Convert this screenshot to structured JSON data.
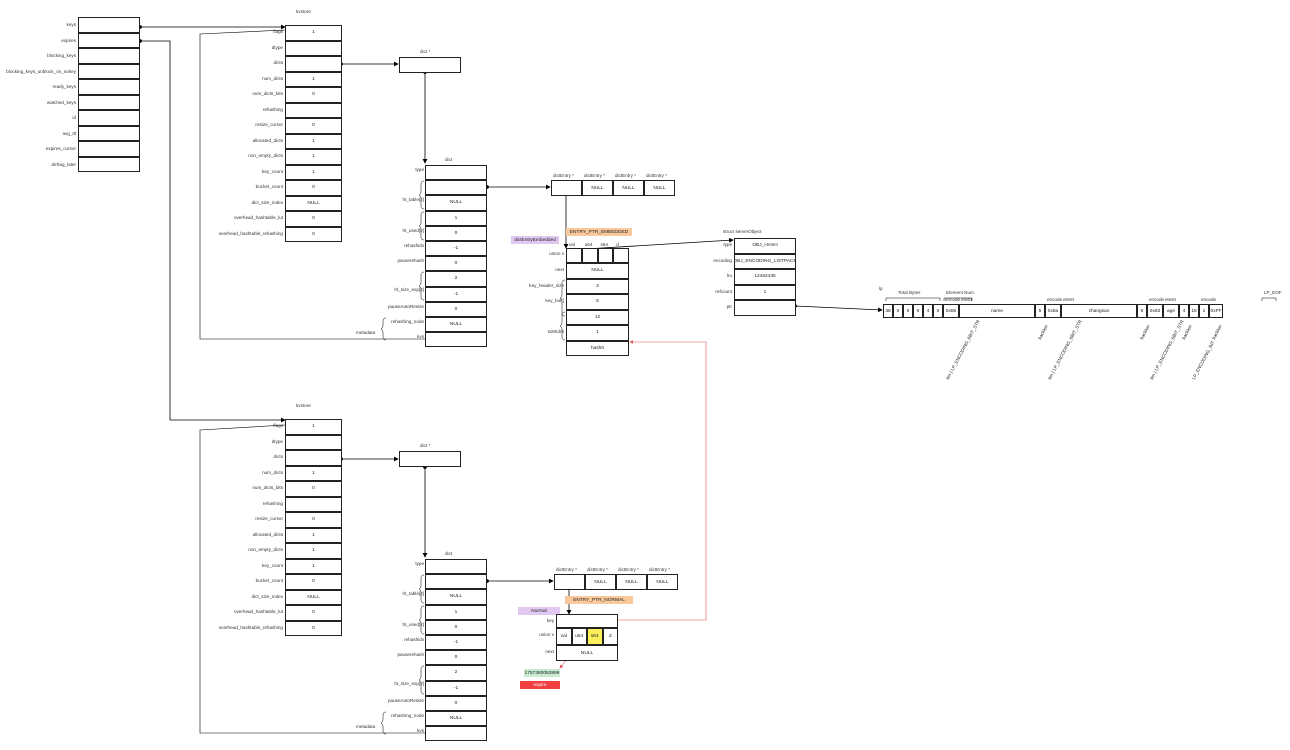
{
  "redisDb": {
    "fields": [
      "keys",
      "expires",
      "blocking_keys",
      "blocking_keys_unblock_on_nokey",
      "ready_keys",
      "watched_keys",
      "id",
      "avg_ttl",
      "expires_cursor",
      "defrag_later"
    ]
  },
  "kvstore": {
    "title": "kvstore",
    "fields": [
      "flags",
      "dtype",
      "dicts",
      "num_dicts",
      "num_dicts_bits",
      "rehashing",
      "resize_cursor",
      "allocated_dicts",
      "non_empty_dicts",
      "key_count",
      "bucket_count",
      "dict_size_index",
      "overhead_hashtable_lut",
      "overhead_hashtable_rehashing"
    ],
    "values": [
      "1",
      "",
      "",
      "1",
      "0",
      "",
      "0",
      "1",
      "1",
      "1",
      "0",
      "NULL",
      "0",
      "0"
    ]
  },
  "dictPtr": {
    "title": "dict *"
  },
  "dict": {
    "title": "dict",
    "fields": [
      "type",
      "",
      "ht_table[2]",
      "",
      "ht_used[2]",
      "",
      "rehashidx",
      "pauserehash",
      "",
      "ht_size_exp[2]",
      "pauseAutoResize",
      "rehashing_node",
      "kvs"
    ],
    "values": [
      "",
      "",
      "NULL",
      "1",
      "0",
      "-1",
      "0",
      "2",
      "-1",
      "0",
      "NULL",
      ""
    ],
    "metadata": "metadata"
  },
  "dictEntryArr": {
    "header": [
      "dictEntry *",
      "dictEntry *",
      "dictEntry *",
      "dictEntry *"
    ],
    "values": [
      "",
      "NULL",
      "NULL",
      "NULL"
    ]
  },
  "embedded": {
    "tag": "ENTRY_PTR_EMBEDDED",
    "type": "dictEntryEmbedded",
    "union_label": "union v",
    "union_head": [
      "val",
      "u64",
      "s64",
      "d"
    ],
    "fields": [
      "next",
      "key_header_size",
      "key_buf[]",
      "sdshdr8"
    ],
    "values": [
      "NULL",
      "3",
      "5",
      "12",
      "1",
      "hash0"
    ]
  },
  "robj": {
    "title": "struct serverObject",
    "fields": [
      "type",
      "encoding",
      "lru",
      "refcount",
      "ptr"
    ],
    "values": [
      "OBJ_HASH",
      "OBJ_ENCODING_LISTPACK",
      "12482435",
      "1",
      ""
    ]
  },
  "listpack": {
    "lp_label": "lp",
    "header": {
      "total_bytes": "Total Bytes",
      "element_num": "Element Num",
      "lp_eof": "LP_EOF"
    },
    "cells": [
      "38",
      "0",
      "0",
      "0",
      "4",
      "0",
      "0x85",
      "name",
      "5",
      "0x8a",
      "zhangsan",
      "9",
      "0x83",
      "age",
      "4",
      "18",
      "1",
      "0xFF"
    ],
    "top_labels": [
      "encode",
      "elestr",
      "encode",
      "elestr",
      "encode",
      "elestr",
      "encode"
    ],
    "backlen": [
      "backlen",
      "backlen",
      "backlen",
      "backlen"
    ],
    "rot_labels": [
      "len | LP_ENCODING_6BIT_STR",
      "len | LP_ENCODING_6BIT_STR",
      "len | LP_ENCODING_6BIT_STR",
      "LP_ENCODING_INT"
    ]
  },
  "normal": {
    "tag": "ENTRY_PTR_NORMAL",
    "type": "Normal",
    "key_label": "key",
    "union_label": "union v",
    "union_head": [
      "val",
      "u64",
      "s64",
      "d"
    ],
    "next_label": "next",
    "next_value": "NULL",
    "ts_value": "1757380053899",
    "expire_label": "expire"
  }
}
